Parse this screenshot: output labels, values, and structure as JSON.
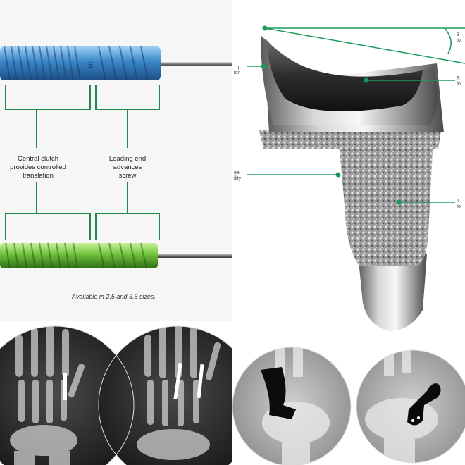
{
  "screw_panel": {
    "label_left": [
      "Central clutch",
      "provides controlled",
      "translation"
    ],
    "label_right": [
      "Leading end",
      "advances",
      "screw"
    ],
    "caption": "Available in 2.5 and 3.5 sizes.",
    "screw_mark": "IB",
    "colors": {
      "callout_line": "#1f8a4c",
      "screw_top": "#3a86c8",
      "screw_bottom": "#6ec23a"
    }
  },
  "implant_panel": {
    "callout_top_right": [
      "3",
      "to"
    ],
    "callout_left_top": [
      "..ip",
      "ion"
    ],
    "callout_right_mid": [
      "R",
      "fo"
    ],
    "callout_left_mid": [
      "eel",
      "ility"
    ],
    "callout_right_low": [
      "T",
      "fo"
    ],
    "colors": {
      "callout_line": "#1a9a5a"
    }
  },
  "xray_panels": {
    "images": [
      "hand-xray-left",
      "hand-xray-right",
      "wrist-xray-left",
      "wrist-xray-right"
    ]
  }
}
